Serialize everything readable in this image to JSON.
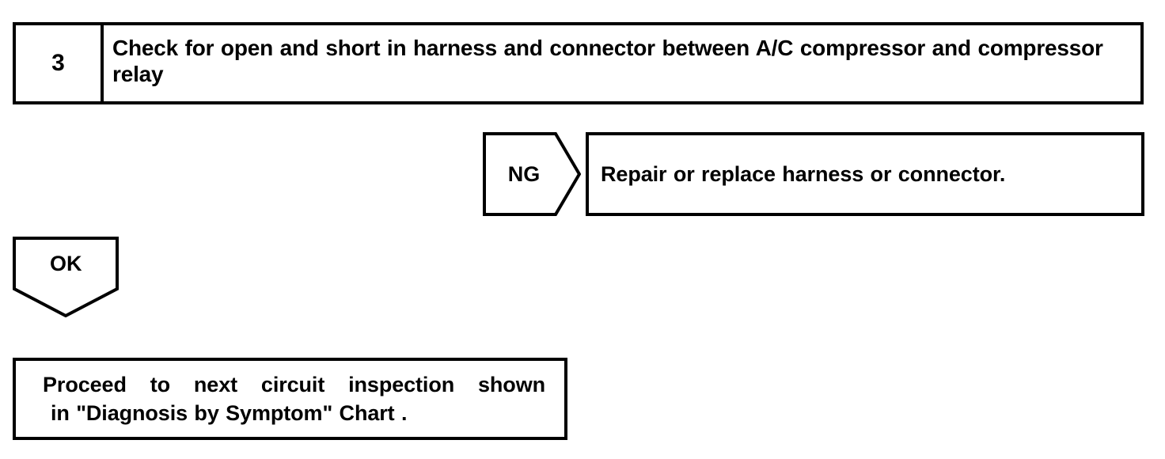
{
  "flowchart": {
    "type": "diagnostic-flowchart",
    "step": {
      "number": "3",
      "instruction": "Check for open and short in harness and connector between A/C compressor and compressor relay"
    },
    "branches": [
      {
        "result_label": "NG",
        "direction": "right",
        "outcome": "Repair or replace harness or connector."
      },
      {
        "result_label": "OK",
        "direction": "down",
        "outcome_line_1": "Proceed to next circuit inspection shown",
        "outcome_line_2": "in \"Diagnosis by Symptom\" Chart ."
      }
    ],
    "colors": {
      "line": "#000000",
      "background": "#ffffff",
      "text": "#000000"
    }
  }
}
